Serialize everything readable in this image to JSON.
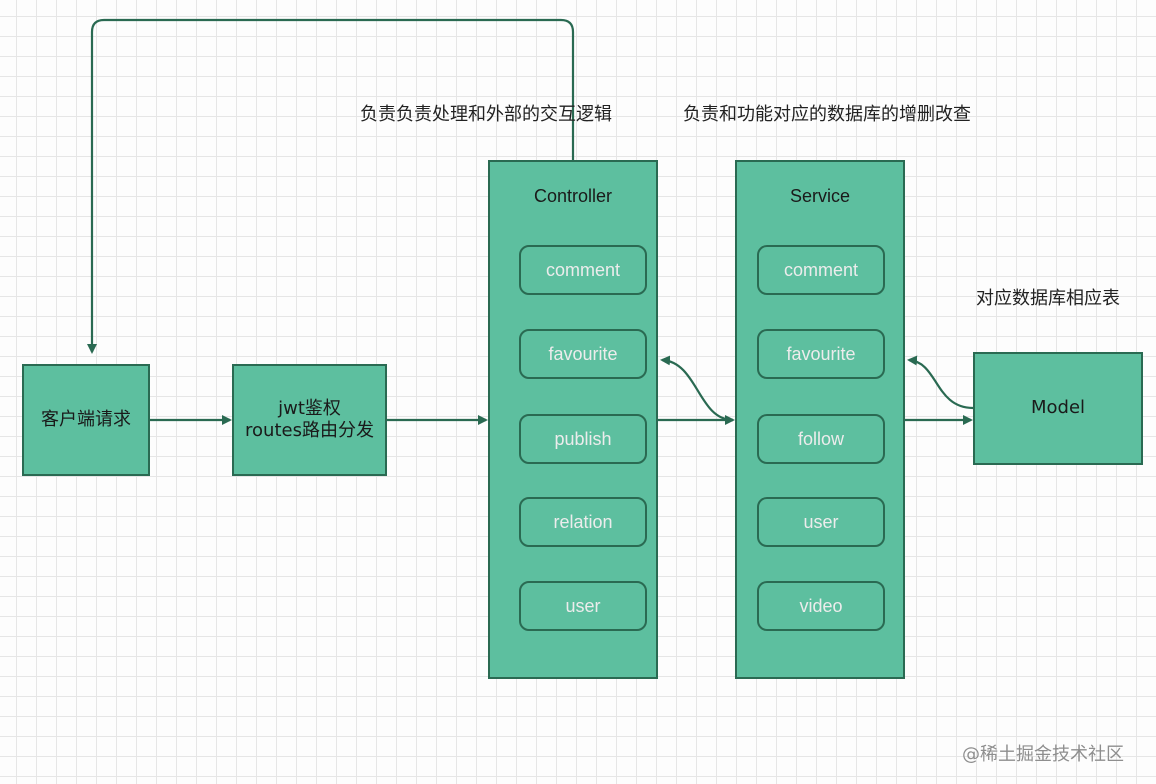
{
  "annotations": {
    "controller_note": "负责负责处理和外部的交互逻辑",
    "service_note": "负责和功能对应的数据库的增删改查",
    "model_note": "对应数据库相应表"
  },
  "nodes": {
    "client": "客户端请求",
    "router_line1": "jwt鉴权",
    "router_line2": "routes路由分发",
    "model": "Model"
  },
  "controller": {
    "title": "Controller",
    "items": [
      "comment",
      "favourite",
      "publish",
      "relation",
      "user"
    ]
  },
  "service": {
    "title": "Service",
    "items": [
      "comment",
      "favourite",
      "follow",
      "user",
      "video"
    ]
  },
  "watermark": "@稀土掘金技术社区",
  "colors": {
    "fill": "#5dbf9f",
    "stroke": "#2a6a52",
    "pill_text": "#ececec"
  }
}
